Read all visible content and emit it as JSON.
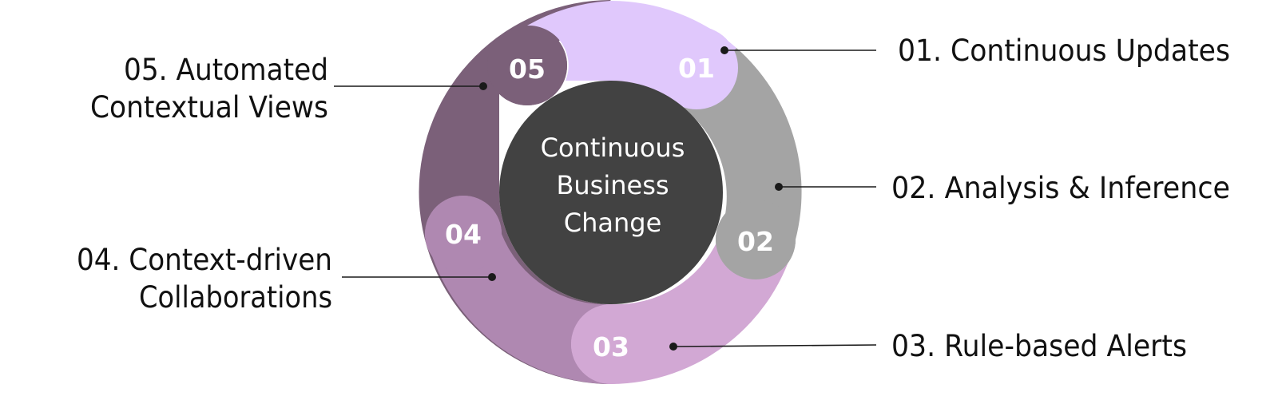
{
  "center": {
    "lines": [
      "Continuous",
      "Business",
      "Change"
    ]
  },
  "steps": [
    {
      "number": "01",
      "label_lines": [
        "01. Continuous Updates"
      ],
      "color": "#E0C8FC"
    },
    {
      "number": "02",
      "label_lines": [
        "02. Analysis & Inference"
      ],
      "color": "#A4A4A4"
    },
    {
      "number": "03",
      "label_lines": [
        "03. Rule-based Alerts"
      ],
      "color": "#D2A8D4"
    },
    {
      "number": "04",
      "label_lines": [
        "04. Context-driven",
        "Collaborations"
      ],
      "color": "#AF88B1"
    },
    {
      "number": "05",
      "label_lines": [
        "05. Automated",
        "Contextual Views"
      ],
      "color": "#7B6079"
    }
  ],
  "colors": {
    "center_fill": "#424242",
    "leader_line": "#1a1a1a"
  }
}
